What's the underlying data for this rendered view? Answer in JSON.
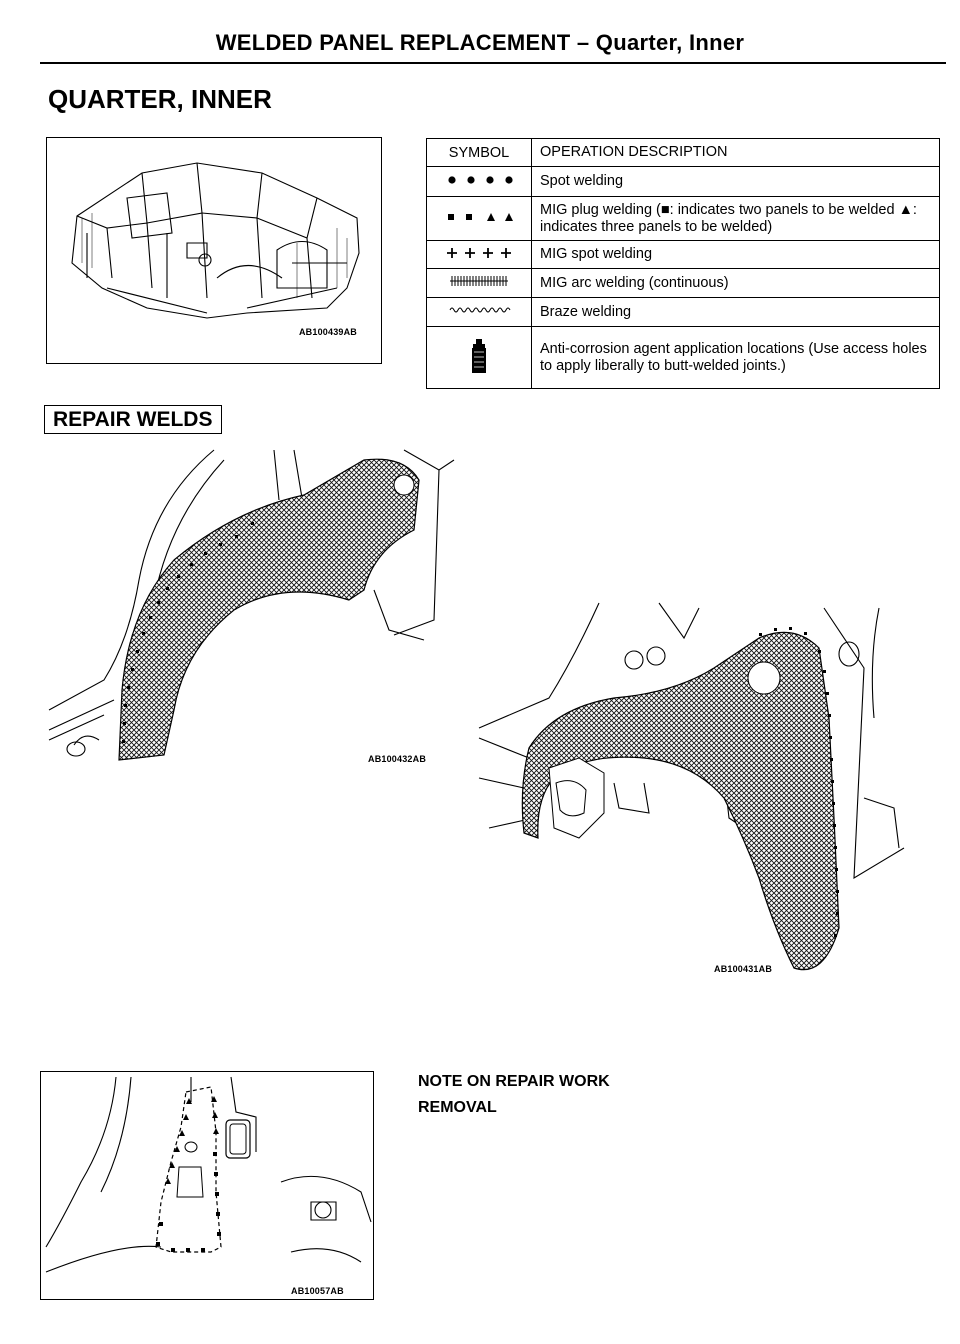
{
  "header": {
    "title": "WELDED PANEL REPLACEMENT – Quarter, Inner"
  },
  "section_title": "QUARTER, INNER",
  "figures": {
    "overview_caption": "AB100439AB",
    "left_caption": "AB100432AB",
    "right_caption": "AB100431AB",
    "bottom_caption": "AB10057AB"
  },
  "symbol_table": {
    "header_symbol": "SYMBOL",
    "header_description": "OPERATION DESCRIPTION",
    "rows": [
      {
        "symbol": "spot-weld-dots-icon",
        "description": "Spot welding"
      },
      {
        "symbol": "mig-plug-weld-icon",
        "description": "MIG plug welding (■: indicates two panels to be welded ▲: indicates three panels to be welded)"
      },
      {
        "symbol": "mig-spot-weld-icon",
        "description": "MIG spot welding"
      },
      {
        "symbol": "mig-arc-weld-icon",
        "description": "MIG arc welding (continuous)"
      },
      {
        "symbol": "braze-weld-icon",
        "description": "Braze welding"
      },
      {
        "symbol": "spray-can-icon",
        "description": "Anti-corrosion agent application locations (Use access holes to apply liberally to butt-welded joints.)"
      }
    ]
  },
  "repair_welds_label": "REPAIR WELDS",
  "note": {
    "heading": "NOTE ON REPAIR WORK",
    "subheading": "REMOVAL"
  }
}
